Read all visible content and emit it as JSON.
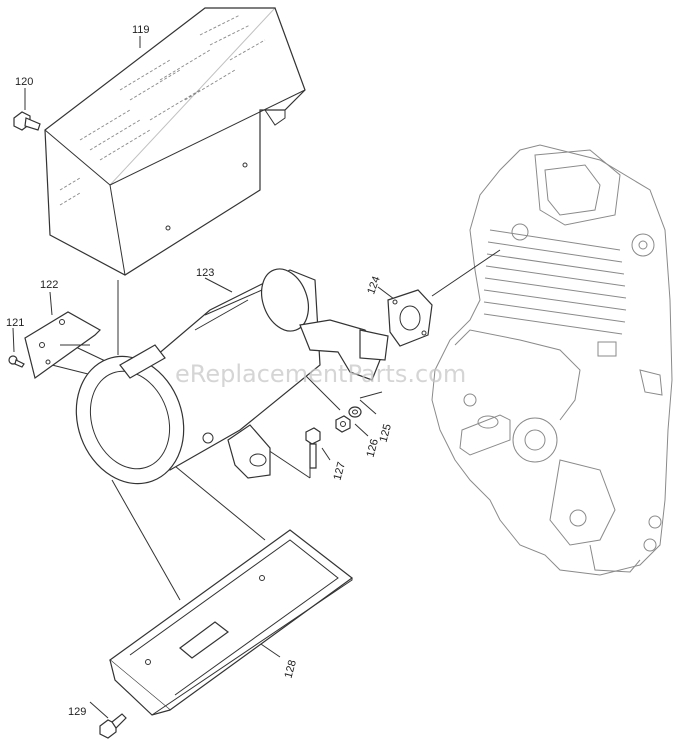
{
  "labels": {
    "119": "119",
    "120": "120",
    "121": "121",
    "122": "122",
    "123": "123",
    "124": "124",
    "125": "125",
    "126": "126",
    "127": "127",
    "128": "128",
    "129": "129"
  },
  "watermark": "eReplacementParts.com"
}
